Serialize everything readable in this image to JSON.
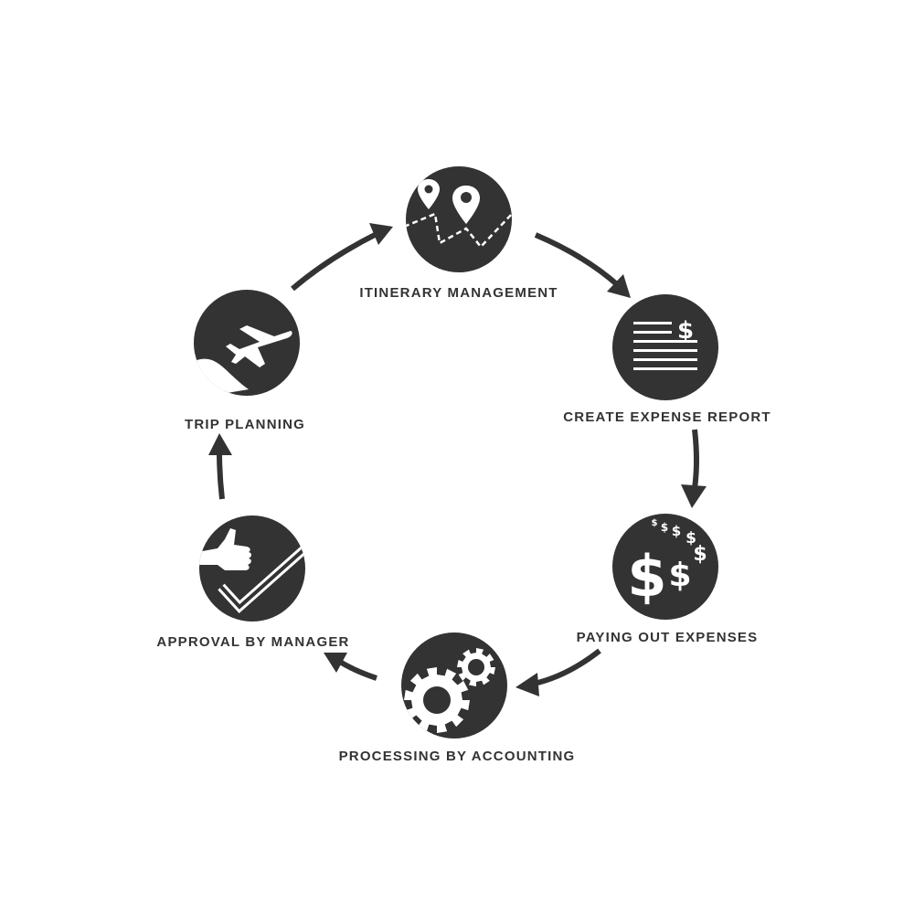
{
  "colors": {
    "node_fill": "#333333",
    "icon": "#ffffff",
    "arrow": "#333333",
    "label": "#333333",
    "background": "#ffffff"
  },
  "steps": [
    {
      "label": "ITINERARY MANAGEMENT",
      "icon": "map-route-icon"
    },
    {
      "label": "CREATE EXPENSE REPORT",
      "icon": "expense-report-icon"
    },
    {
      "label": "PAYING OUT EXPENSES",
      "icon": "dollar-signs-icon"
    },
    {
      "label": "PROCESSING BY ACCOUNTING",
      "icon": "gears-icon"
    },
    {
      "label": "APPROVAL BY MANAGER",
      "icon": "thumbs-up-check-icon"
    },
    {
      "label": "TRIP PLANNING",
      "icon": "airplane-icon"
    }
  ]
}
